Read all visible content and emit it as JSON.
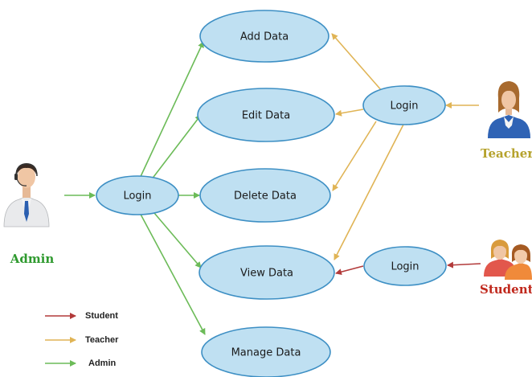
{
  "colors": {
    "student": "#b23a3a",
    "teacher": "#e0b455",
    "admin": "#6cbb58",
    "admin_label": "#2f9a2f",
    "teacher_label": "#b5a22b",
    "student_label": "#c0281c",
    "node_fill": "#bfe0f2",
    "node_stroke": "#3d8fc4"
  },
  "actors": {
    "admin": {
      "label": "Admin",
      "icon": "admin-person-icon"
    },
    "teacher": {
      "label": "Teacher",
      "icon": "teacher-person-icon"
    },
    "student": {
      "label": "Student",
      "icon": "students-group-icon"
    }
  },
  "nodes": {
    "admin_login": "Login",
    "teacher_login": "Login",
    "student_login": "Login",
    "add_data": "Add Data",
    "edit_data": "Edit Data",
    "delete_data": "Delete Data",
    "view_data": "View Data",
    "manage_data": "Manage Data"
  },
  "legend": [
    {
      "label": "Student",
      "role": "student"
    },
    {
      "label": "Teacher",
      "role": "teacher"
    },
    {
      "label": "Admin",
      "role": "admin"
    }
  ]
}
